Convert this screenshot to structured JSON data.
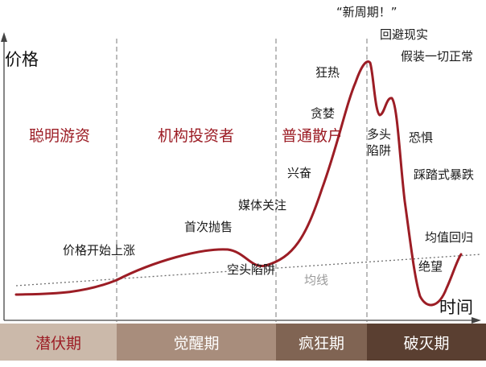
{
  "axes": {
    "y_label": "价格",
    "x_label": "时间"
  },
  "investors": [
    "聪明游资",
    "机构投资者",
    "普通散户"
  ],
  "events": {
    "price_start": "价格开始上涨",
    "first_sell": "首次抛售",
    "short_trap": "空头陷阱",
    "media": "媒体关注",
    "excitement": "兴奋",
    "greed": "贪婪",
    "mania": "狂热",
    "new_paradigm": "“新周期！”",
    "denial": "回避现实",
    "complacency": "假装一切正常",
    "bull_trap": "多头陷阱",
    "fear": "恐惧",
    "capitulation": "踩踏式暴跌",
    "mean_revert": "均值回归",
    "despair": "绝望"
  },
  "mean_line_label": "均线",
  "phases": [
    {
      "label": "潜伏期",
      "color": "#cbb9aa"
    },
    {
      "label": "觉醒期",
      "color": "#a88d7c"
    },
    {
      "label": "疯狂期",
      "color": "#806453"
    },
    {
      "label": "破灭期",
      "color": "#5a3f31"
    }
  ],
  "colors": {
    "curve": "#9c1d25",
    "divider": "#7a7a7a",
    "mean_line": "#6e6e6e"
  }
}
